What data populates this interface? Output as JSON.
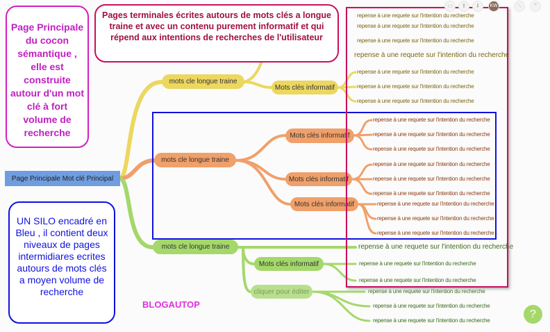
{
  "root": {
    "label": "Page Principale Mot clé Principal"
  },
  "branches": [
    {
      "label": "mots cle longue traine",
      "color": "#ecd75f",
      "sub": [
        {
          "label": "Mots clés informatif"
        }
      ]
    },
    {
      "label": "mots cle longue traine",
      "color": "#f0a06a",
      "sub": [
        {
          "label": "Mots clés informatif"
        },
        {
          "label": "Mots clés informatif"
        },
        {
          "label": "Mots clés informatif"
        }
      ]
    },
    {
      "label": "mots cle longue traine",
      "color": "#a4d86a",
      "sub": [
        {
          "label": "Mots clés informatif"
        },
        {
          "label": "cliquer pour éditer"
        }
      ]
    }
  ],
  "leaf_text": "repense à une requete sur l'intention du recherche",
  "callouts": {
    "top": "Pages terminales écrites autours de mots clés a longue traine et avec un contenu purement informatif et qui répend aux intentions de recherches de l'utilisateur",
    "left": "Page Principale du cocon sémantique , elle est construite autour d'un mot clé à fort volume de recherche",
    "bottom": "UN SILO encadré en Bleu , il contient deux niveaux de pages intermidiares ecrites autours de mots clés a moyen volume de recherche"
  },
  "watermark": "BLOGAUTOP",
  "toolbar": {
    "avatar": "KW",
    "help": "?",
    "presentation": "presentation-icon",
    "share": "share-icon",
    "download": "download-icon",
    "quote": "quote-icon"
  },
  "colors": {
    "silo_frame": "#1010e0",
    "terminal_frame": "#c8105c"
  }
}
